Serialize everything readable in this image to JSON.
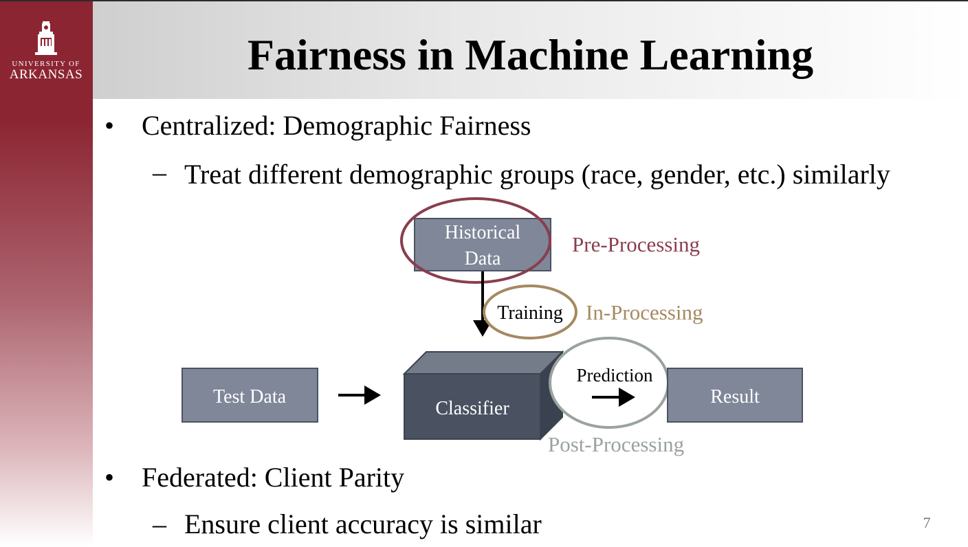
{
  "slide": {
    "title": "Fairness in Machine Learning",
    "page_number": "7"
  },
  "logo": {
    "line1": "UNIVERSITY OF",
    "line2": "ARKANSAS"
  },
  "bullets": [
    {
      "text": "Centralized: Demographic Fairness",
      "sub": "Treat different demographic groups (race, gender, etc.) similarly"
    },
    {
      "text": "Federated: Client Parity",
      "sub": "Ensure client accuracy is similar"
    }
  ],
  "diagram": {
    "historical_data_line1": "Historical",
    "historical_data_line2": "Data",
    "training": "Training",
    "test_data": "Test Data",
    "classifier": "Classifier",
    "prediction": "Prediction",
    "result": "Result",
    "pre_processing": "Pre-Processing",
    "in_processing": "In-Processing",
    "post_processing": "Post-Processing"
  },
  "colors": {
    "brand_red": "#8c2532",
    "box_fill": "#7f8799",
    "classifier_front": "#4a5262",
    "pre_processing": "#8a3e4d",
    "in_processing": "#a58961",
    "post_processing": "#9aa39d"
  }
}
